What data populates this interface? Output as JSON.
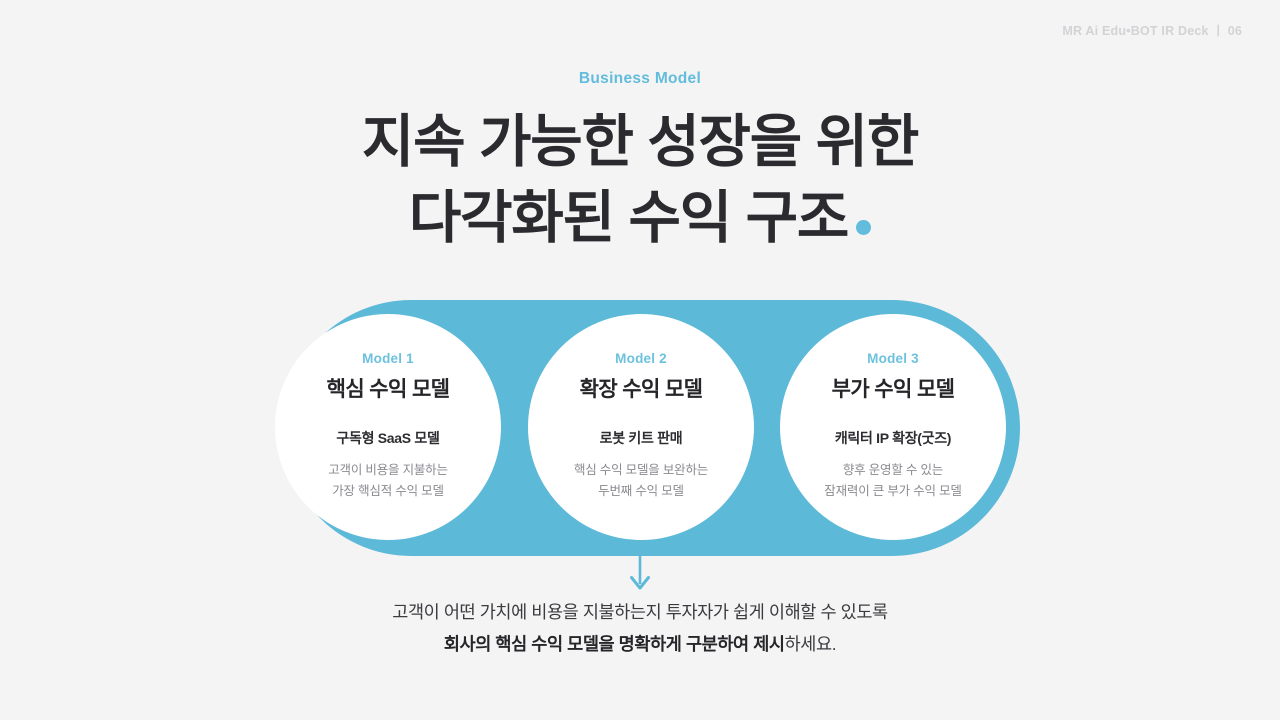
{
  "header": {
    "deck_label": "MR Ai Edu•BOT IR Deck ㅣ 06"
  },
  "hero": {
    "eyebrow": "Business Model",
    "title_line_1": "지속 가능한 성장을 위한",
    "title_line_2": "다각화된 수익 구조",
    "accent_dot": "",
    "accent_color": "#62bcdc"
  },
  "diagram": {
    "pill_color": "#5cb9d8",
    "circle_color": "#ffffff",
    "arrow_color": "#5cb9d8",
    "arrow_icon": "arrow-down-icon",
    "models": [
      {
        "kicker": "Model 1",
        "title": "핵심 수익 모델",
        "subtitle": "구독형 SaaS 모델",
        "desc_line_1": "고객이 비용을 지불하는",
        "desc_line_2": "가장 핵심적 수익 모델"
      },
      {
        "kicker": "Model 2",
        "title": "확장 수익 모델",
        "subtitle": "로봇 키트 판매",
        "desc_line_1": "핵심 수익 모델을 보완하는",
        "desc_line_2": "두번째 수익 모델"
      },
      {
        "kicker": "Model 3",
        "title": "부가 수익 모델",
        "subtitle": "캐릭터 IP 확장(굿즈)",
        "desc_line_1": "향후 운영할 수 있는",
        "desc_line_2": "잠재력이 큰 부가 수익 모델"
      }
    ]
  },
  "footnote": {
    "line_1": "고객이 어떤 가치에 비용을 지불하는지 투자자가 쉽게 이해할 수 있도록",
    "line_2_strong": "회사의 핵심 수익 모델을 명확하게 구분하여 제시",
    "line_2_tail": "하세요."
  }
}
